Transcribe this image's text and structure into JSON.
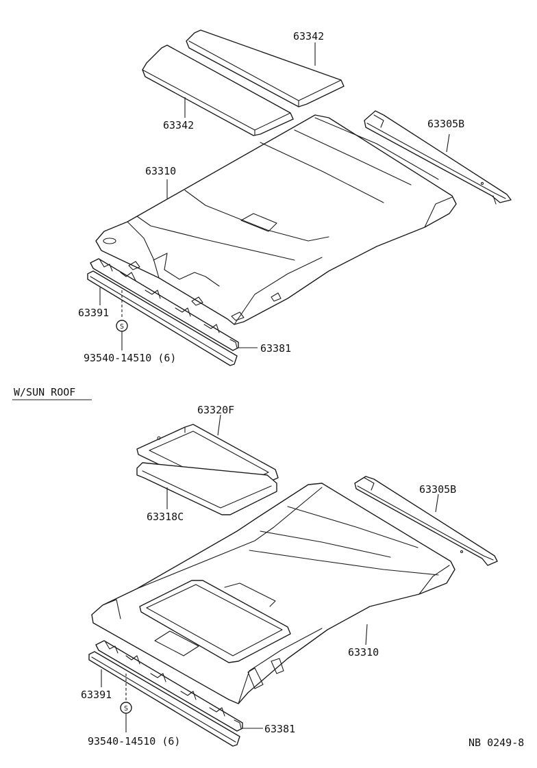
{
  "labels": {
    "top": {
      "panel_upper": "63342",
      "panel_lower": "63342",
      "header_rail": "63305B",
      "headlining": "63310",
      "front_retainer": "63391",
      "clip": "93540-14510 (6)",
      "front_trim": "63381"
    },
    "section_title": "W/SUN ROOF",
    "bottom": {
      "sunroof_frame": "63320F",
      "sunroof_seal": "63318C",
      "header_rail": "63305B",
      "headlining": "63310",
      "front_retainer": "63391",
      "clip": "93540-14510 (6)",
      "front_trim": "63381"
    },
    "clip_symbol": "S",
    "drawing_code": "NB 0249-8"
  }
}
